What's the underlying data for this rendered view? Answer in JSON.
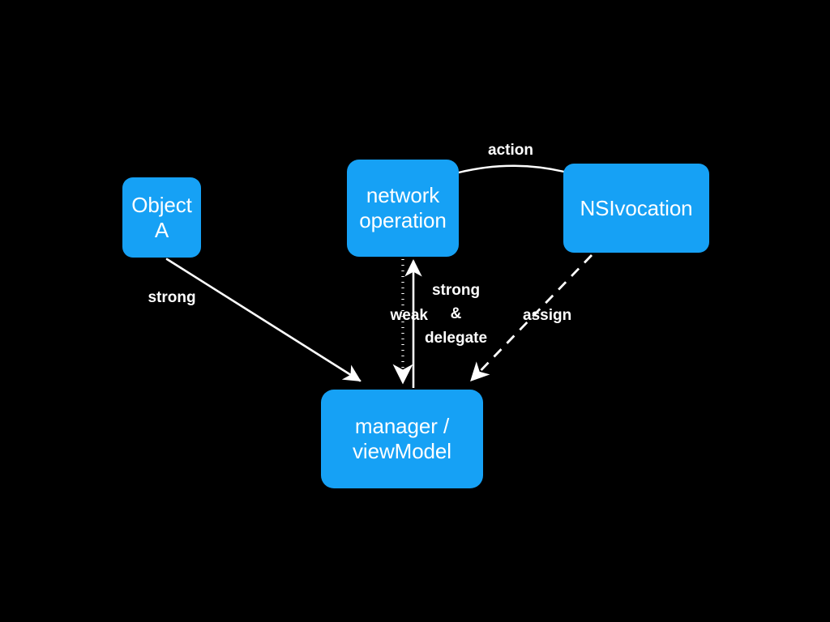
{
  "diagram": {
    "title": "Object ownership / reference diagram",
    "background_color": "#000000",
    "node_fill_color": "#16a1f5",
    "node_text_color": "#ffffff",
    "edge_color": "#ffffff",
    "nodes": [
      {
        "id": "object-a",
        "label": "Object\nA"
      },
      {
        "id": "network-operation",
        "label": "network\noperation"
      },
      {
        "id": "nsivocation",
        "label": "NSIvocation"
      },
      {
        "id": "manager",
        "label": "manager /\nviewModel"
      }
    ],
    "edges": [
      {
        "id": "action",
        "label": "action",
        "from": "network-operation",
        "to": "nsivocation",
        "style": "solid-curve",
        "arrowhead": "none"
      },
      {
        "id": "strong",
        "label": "strong",
        "from": "object-a",
        "to": "manager",
        "style": "solid",
        "arrowhead": "to"
      },
      {
        "id": "weak",
        "label": "weak",
        "from": "network-operation",
        "to": "manager",
        "style": "dotted",
        "arrowhead": "to"
      },
      {
        "id": "strong-delegate",
        "label": "strong\n&\ndelegate",
        "from": "manager",
        "to": "network-operation",
        "style": "solid",
        "arrowhead": "to"
      },
      {
        "id": "assign",
        "label": "assign",
        "from": "nsivocation",
        "to": "manager",
        "style": "dashed",
        "arrowhead": "to"
      }
    ]
  }
}
